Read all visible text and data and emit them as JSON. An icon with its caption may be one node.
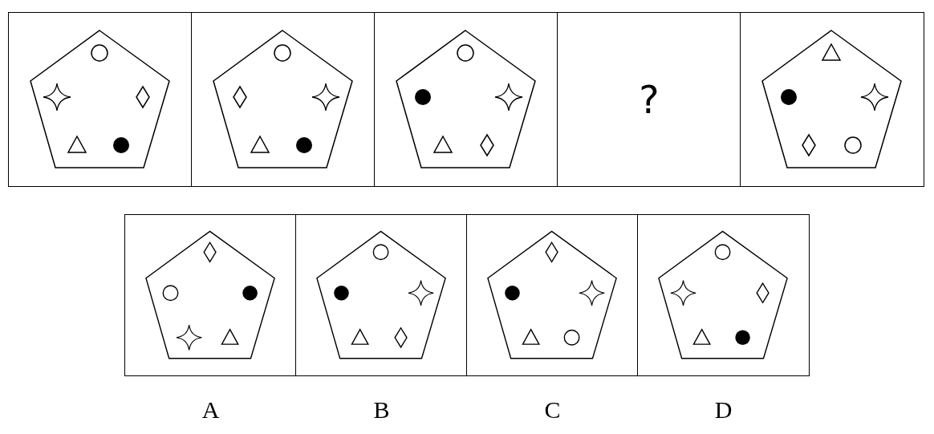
{
  "diagram": {
    "nodes": [
      {
        "text": [],
        "shape": "box"
      },
      {
        "text": [],
        "shape": "box"
      },
      {
        "text": [],
        "shape": "box"
      },
      {
        "text": [
          "?"
        ]
      },
      {
        "text": [],
        "shape": "box"
      },
      {
        "text": [],
        "shape": "box"
      },
      {
        "text": [],
        "shape": "box"
      },
      {
        "text": [],
        "shape": "box"
      },
      {
        "text": [],
        "shape": "box"
      }
    ],
    "labels": [
      "A",
      "B",
      "C",
      "D"
    ]
  }
}
